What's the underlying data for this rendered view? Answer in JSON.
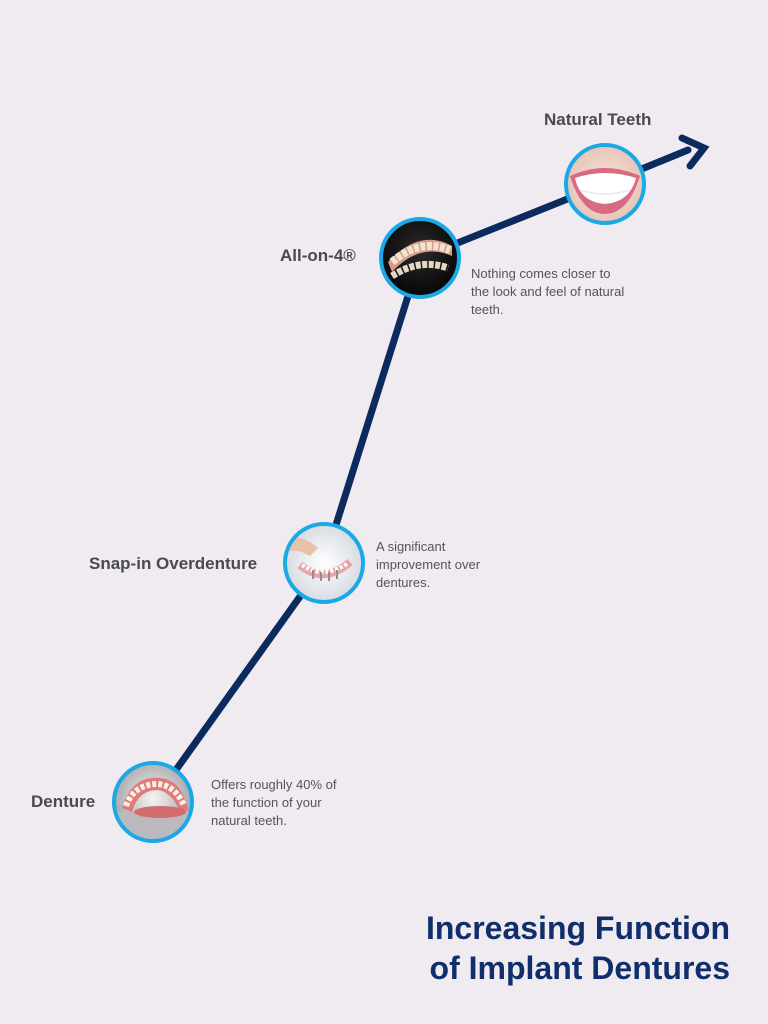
{
  "title": {
    "line1": "Increasing Function",
    "line2": "of Implant Dentures"
  },
  "colors": {
    "background": "#efebf1",
    "line": "#0b2a5e",
    "ring": "#1aa9e6",
    "title": "#0f2e6b"
  },
  "stages": [
    {
      "label": "Denture",
      "description": "Offers roughly 40% of the function of your natural teeth.",
      "icon": "denture-photo-icon"
    },
    {
      "label": "Snap-in Overdenture",
      "description": "A significant improvement over dentures.",
      "icon": "overdenture-photo-icon"
    },
    {
      "label": "All-on-4®",
      "description": "Nothing comes closer to the look and feel of natural teeth.",
      "icon": "all-on-4-photo-icon"
    },
    {
      "label": "Natural Teeth",
      "description": "",
      "icon": "smile-photo-icon"
    }
  ]
}
